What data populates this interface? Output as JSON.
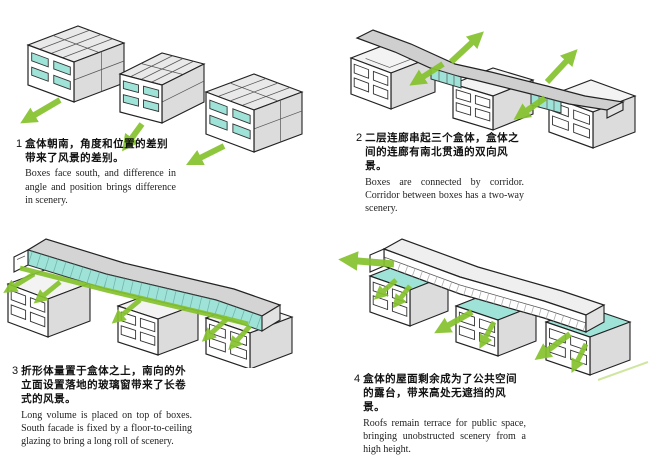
{
  "figure": {
    "type": "architectural-concept-diagram",
    "background": "#ffffff",
    "colors": {
      "view_arrow_green": "#85c32d",
      "glazing_teal": "#9fe3d8",
      "roof_gray": "#d4d4d4",
      "outline": "#222222"
    },
    "icons": {
      "view_arrow": "green-view-arrow"
    }
  },
  "panels": [
    {
      "number": "1",
      "zh": "盒体朝南，角度和位置的差别带来了风景的差别。",
      "en": "Boxes face south, and difference in angle and position brings difference in scenery.",
      "illustration": "three-boxes-facing-south"
    },
    {
      "number": "2",
      "zh": "二层连廊串起三个盒体，盒体之间的连廊有南北贯通的双向风景。",
      "en": "Boxes are connected by corridor. Corridor between boxes has a two-way scenery.",
      "illustration": "boxes-connected-by-corridor"
    },
    {
      "number": "3",
      "zh": "折形体量置于盒体之上，南向的外立面设置落地的玻璃窗带来了长卷式的风景。",
      "en": "Long volume is placed on top of boxes. South facade is fixed by a floor-to-ceiling glazing to bring a long roll of scenery.",
      "illustration": "folded-volume-with-glazing"
    },
    {
      "number": "4",
      "zh": "盒体的屋面剩余成为了公共空间的露台，带来高处无遮挡的风景。",
      "en": "Roofs remain terrace for public space, bringing unobstructed scenery from a high height.",
      "illustration": "roof-terraces"
    }
  ]
}
